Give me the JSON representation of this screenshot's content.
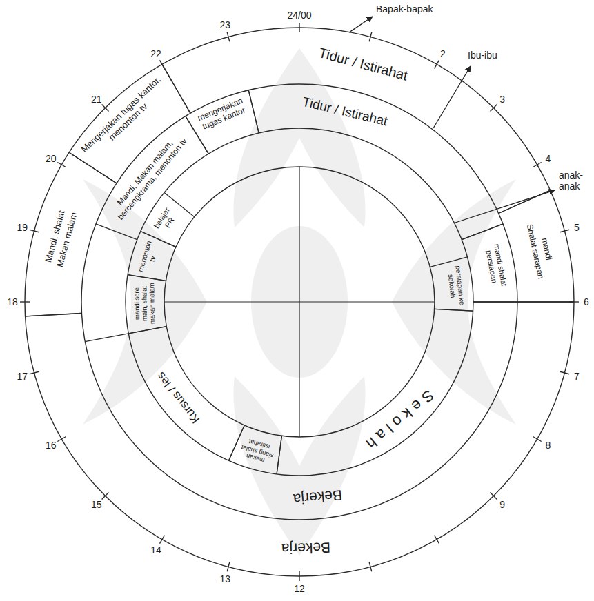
{
  "diagram": {
    "nodes": [
      {
        "text": [
          "Bapak-bapak"
        ]
      },
      {
        "text": [
          "Tidur / Istirahat"
        ],
        "in": 0
      },
      {
        "text": [
          "mandi",
          "Shalat sarapan"
        ],
        "in": 0
      },
      {
        "text": [
          "Bekerja"
        ],
        "in": 0
      },
      {
        "text": [
          "Mandi, shalat",
          "Makan malam"
        ],
        "in": 0
      },
      {
        "text": [
          "Mengerjakan tugas kantor, menonton tv"
        ],
        "in": 0
      },
      {
        "text": [
          "Ibu-ibu"
        ]
      },
      {
        "text": [
          "mengerjakan tugas kantor"
        ],
        "in": 6
      },
      {
        "text": [
          "Tidur / Istirahat"
        ],
        "in": 6
      },
      {
        "text": [
          "mandi shalat persiapan"
        ],
        "in": 6
      },
      {
        "text": [
          "Bekerja"
        ],
        "in": 6
      },
      {
        "text": [
          "Mandi, Makan malam, bercengkrama, menonton tv"
        ],
        "in": 6
      },
      {
        "text": [
          "anak-anak"
        ]
      },
      {
        "text": [
          "persiapan ke sekolah"
        ],
        "in": 12
      },
      {
        "text": [
          "Sekolah"
        ],
        "in": 12
      },
      {
        "text": [
          "makan siang shalat istirahat"
        ],
        "in": 12
      },
      {
        "text": [
          "Kursus / les"
        ],
        "in": 12
      },
      {
        "text": [
          "mandi sore main, shalat makan malam"
        ],
        "in": 12
      },
      {
        "text": [
          "menonton tv"
        ],
        "in": 12
      },
      {
        "text": [
          "belajar PR"
        ],
        "in": 12
      }
    ],
    "labels": [
      "24/00",
      "2",
      "3",
      "4",
      "5",
      "6",
      "7",
      "8",
      "9",
      "12",
      "13",
      "14",
      "15",
      "16",
      "17",
      "18",
      "19",
      "20",
      "21",
      "22",
      "23"
    ]
  }
}
